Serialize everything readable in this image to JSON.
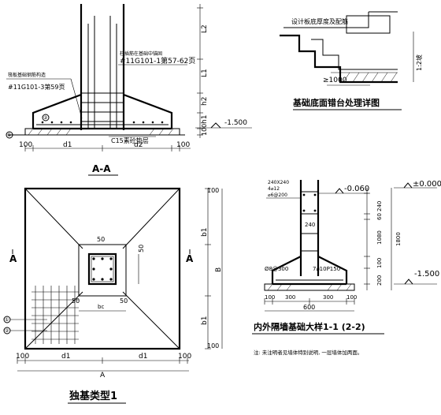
{
  "section_aa": {
    "title": "A-A",
    "dims_right": [
      "L2",
      "L1",
      "h2",
      "h1",
      "100"
    ],
    "dims_bottom": [
      "100",
      "d1",
      "d2",
      "100"
    ],
    "callout_left_small": "筏板基础钢筋构造",
    "callout_left_ref": "#11G101-3第59页",
    "callout_right_small": "柱插筋在基础中锚固",
    "callout_right_ref": "#11G101-1第57-62页",
    "concrete_label": "C15素砼垫层",
    "elev": "-1.500",
    "marker_small": "②",
    "marker_left": "①"
  },
  "step_detail": {
    "title": "基础底面错台处理详图",
    "top_label": "设计板底厚度及配筋",
    "dim_bottom": "≥1000",
    "dim_right": "1:2坡"
  },
  "plan": {
    "title": "独基类型1",
    "section_mark_left": "A",
    "section_mark_right": "A",
    "dims_left_right": [
      "b1",
      "B",
      "b1"
    ],
    "dim_50_top": "50",
    "dim_50_right": "50",
    "dim_50_bl": "50",
    "dim_50_br": "50",
    "col_width": "bc",
    "dims_bottom": [
      "100",
      "d1",
      "d1",
      "100"
    ],
    "overall": "A",
    "marker_1": "①",
    "marker_2": "②",
    "dim_100_top": "100",
    "dim_100_bottom": "100"
  },
  "wall_detail": {
    "title": "内外隔墙基础大样1-1 (2-2)",
    "elev_top": "±0.000",
    "elev_wall": "-0.060",
    "elev_bottom": "-1.500",
    "beam_label1": "240X240",
    "beam_label2": "4⌀12",
    "beam_label3": "⌀6@200",
    "dim_240": "240",
    "left_rebar": "Ø8@300",
    "right_rebar": "7⌀10P150",
    "dims_right_vertical": [
      "240",
      "60",
      "1080",
      "100",
      "200"
    ],
    "dim_total_right": "1800",
    "dims_bottom": [
      "100",
      "300",
      "300",
      "100"
    ],
    "total_bottom": "600",
    "note": "注: 未注明者见墙体特别说明, 一层墙体加两面。"
  }
}
